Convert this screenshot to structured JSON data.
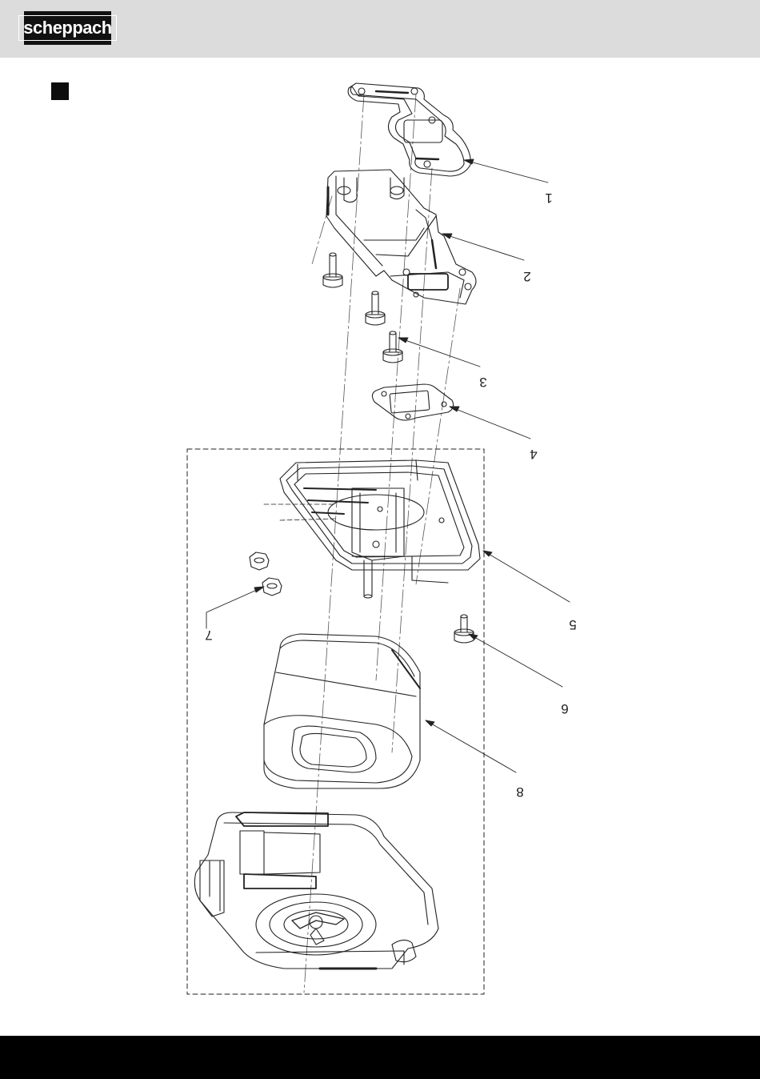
{
  "brand": {
    "logo_text": "scheppach",
    "header_color": "#dcdcdc",
    "footer_color": "#000000"
  },
  "diagram": {
    "callouts": [
      {
        "id": "c1",
        "label": "1"
      },
      {
        "id": "c2",
        "label": "2"
      },
      {
        "id": "c3",
        "label": "3"
      },
      {
        "id": "c4",
        "label": "4"
      },
      {
        "id": "c5",
        "label": "5"
      },
      {
        "id": "c6",
        "label": "6"
      },
      {
        "id": "c7",
        "label": "7"
      },
      {
        "id": "c8",
        "label": "8"
      }
    ]
  }
}
